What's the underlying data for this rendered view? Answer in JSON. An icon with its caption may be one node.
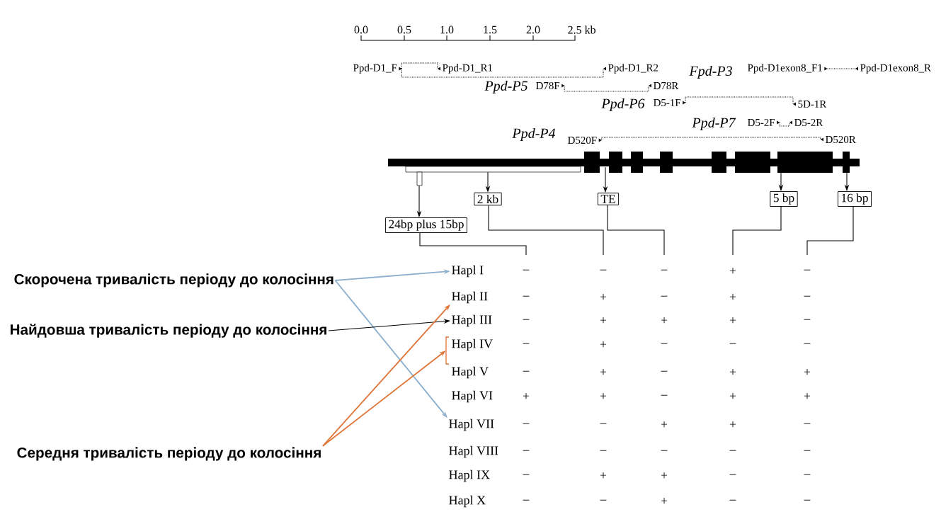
{
  "diagram": {
    "nodes": [
      {
        "text": [
          "Ppd-D1_F"
        ]
      },
      {
        "text": [
          "Ppd-D1_R1"
        ]
      },
      {
        "text": [
          "Ppd-D1_R2"
        ]
      },
      {
        "text": [
          "Ppd-D1exon8_F1"
        ]
      },
      {
        "text": [
          "Ppd-D1exon8_R"
        ]
      },
      {
        "text": [
          "D78F"
        ]
      },
      {
        "text": [
          "D78R"
        ]
      },
      {
        "text": [
          "D5-1F"
        ]
      },
      {
        "text": [
          "5D-1R"
        ]
      },
      {
        "text": [
          "D5-2F"
        ]
      },
      {
        "text": [
          "D5-2R"
        ]
      },
      {
        "text": [
          "D520F"
        ]
      },
      {
        "text": [
          "D520R"
        ]
      },
      {
        "text": [],
        "shape": "bar"
      },
      {
        "text": [
          "24bp plus 15bp"
        ]
      },
      {
        "text": [
          "2 kb"
        ]
      },
      {
        "text": [
          "TE"
        ]
      },
      {
        "text": [
          "5 bp"
        ]
      },
      {
        "text": [
          "16 bp"
        ]
      },
      {
        "text": [
          "Скорочена тривалість періоду до колосіння"
        ]
      },
      {
        "text": [
          "Найдовша тривалість періоду до колосіння"
        ]
      },
      {
        "text": [
          "Середня тривалість періоду до колосіння"
        ]
      },
      {
        "text": [
          "Hapl I"
        ]
      },
      {
        "text": [
          "Hapl II"
        ]
      },
      {
        "text": [
          "Hapl III"
        ]
      },
      {
        "text": [
          "Hapl IV"
        ]
      },
      {
        "text": [
          "Hapl V"
        ]
      },
      {
        "text": [
          "Hapl VI"
        ]
      },
      {
        "text": [
          "Hapl VII"
        ]
      },
      {
        "text": [
          "Hapl VIII"
        ]
      },
      {
        "text": [
          "Hapl IX"
        ]
      },
      {
        "text": [
          "Hapl X"
        ]
      },
      {
        "text": [],
        "shape": "bracket"
      }
    ],
    "edges": [
      {
        "from": 0,
        "to": 1,
        "arrow": "none",
        "style": "dashed"
      },
      {
        "from": 0,
        "to": 2,
        "arrow": "none",
        "style": "dashed"
      },
      {
        "from": 3,
        "to": 4,
        "arrow": "none",
        "style": "dashed"
      },
      {
        "from": 5,
        "to": 6,
        "arrow": "none",
        "style": "dashed"
      },
      {
        "from": 7,
        "to": 8,
        "arrow": "none",
        "style": "dashed"
      },
      {
        "from": 9,
        "to": 10,
        "arrow": "none",
        "style": "dashed"
      },
      {
        "from": 11,
        "to": 12,
        "arrow": "none",
        "style": "dashed"
      },
      {
        "from": 13,
        "to": 14,
        "arrow": "to"
      },
      {
        "from": 13,
        "to": 15,
        "arrow": "to"
      },
      {
        "from": 13,
        "to": 16,
        "arrow": "to"
      },
      {
        "from": 13,
        "to": 17,
        "arrow": "to"
      },
      {
        "from": 13,
        "to": 18,
        "arrow": "to"
      },
      {
        "from": 14,
        "to": null,
        "arrow": "none"
      },
      {
        "from": 15,
        "to": null,
        "arrow": "none"
      },
      {
        "from": 16,
        "to": null,
        "arrow": "none"
      },
      {
        "from": 17,
        "to": null,
        "arrow": "none"
      },
      {
        "from": 18,
        "to": null,
        "arrow": "none"
      },
      {
        "from": 19,
        "to": 22,
        "arrow": "to",
        "color": "#8eb0cf"
      },
      {
        "from": 19,
        "to": 28,
        "arrow": "to",
        "color": "#8eb0cf"
      },
      {
        "from": 20,
        "to": 24,
        "arrow": "to"
      },
      {
        "from": 21,
        "to": 23,
        "arrow": "to",
        "color": "#e0773a"
      },
      {
        "from": 21,
        "to": 32,
        "arrow": "to",
        "color": "#e0773a"
      }
    ],
    "labels": [
      "0.0",
      "0.5",
      "1.0",
      "1.5",
      "2.0",
      "2.5 kb",
      "Fpd-P3",
      "Ppd-P5",
      "Ppd-P6",
      "Ppd-P7",
      "Ppd-P4",
      "–",
      "–",
      "–",
      "+",
      "–",
      "–",
      "+",
      "–",
      "+",
      "–",
      "–",
      "+",
      "+",
      "+",
      "–",
      "–",
      "+",
      "–",
      "–",
      "–",
      "–",
      "+",
      "–",
      "+",
      "+",
      "+",
      "+",
      "–",
      "+",
      "+",
      "–",
      "–",
      "+",
      "+",
      "–",
      "–",
      "–",
      "–",
      "–",
      "–",
      "–",
      "+",
      "+",
      "–",
      "–",
      "–",
      "–",
      "+",
      "–",
      "–"
    ]
  }
}
